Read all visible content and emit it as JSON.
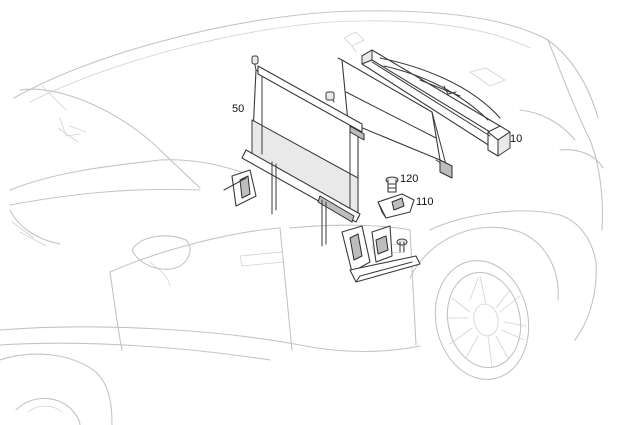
{
  "callouts": [
    {
      "id": "c50",
      "label": "50"
    },
    {
      "id": "c10",
      "label": "10"
    },
    {
      "id": "c120",
      "label": "120"
    },
    {
      "id": "c110",
      "label": "110"
    }
  ]
}
